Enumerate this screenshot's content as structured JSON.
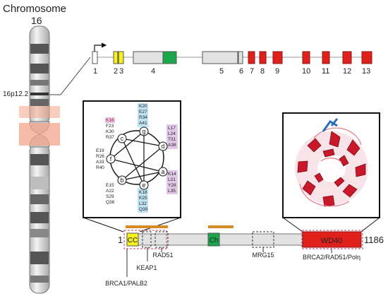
{
  "chromosome": {
    "title": "Chromosome",
    "number": "16",
    "band": "16p12.2"
  },
  "exons": {
    "labels": [
      "1",
      "2",
      "3",
      "4",
      "5",
      "6",
      "7",
      "8",
      "9",
      "10",
      "11",
      "12",
      "13"
    ]
  },
  "helix": {
    "positions": [
      "a",
      "b",
      "c",
      "d",
      "e",
      "f",
      "g"
    ],
    "g_group": [
      "K20",
      "E27",
      "R34",
      "A41"
    ],
    "c_group": [
      "K16",
      "F23",
      "K30",
      "R37"
    ],
    "d_group": [
      "L17",
      "L24",
      "T31",
      "A38"
    ],
    "f_group": [
      "E19",
      "R26",
      "A33",
      "R40"
    ],
    "a_group": [
      "K14",
      "L21",
      "Y28",
      "L35"
    ],
    "b_group": [
      "E15",
      "A22",
      "S29",
      "Q36"
    ],
    "e_group": [
      "K18",
      "K25",
      "L32",
      "Q39"
    ]
  },
  "protein": {
    "start": "1",
    "end": "1186",
    "cc_label": "CC",
    "ch_label": "Ch",
    "wd40_label": "WD40",
    "rad51": "RAD51",
    "keap1": "KEAP1",
    "brca1_palb2": "BRCA1/PALB2",
    "mrg15": "MRG15",
    "brca2_group": "BRCA2/RAD51/Polη"
  },
  "colors": {
    "exon_red": "#e0201b",
    "exon_red_border": "#8b1a1a",
    "exon_yellow": "#f7f01f",
    "exon_green": "#1aa64a",
    "exon_grey": "#e2e2e2",
    "helix_blue": "#bfe3f2",
    "helix_purple": "#e3c9e8",
    "orange": "#d88a25",
    "pink_box": "#c03a6a",
    "highlight": "#f4a58a"
  }
}
